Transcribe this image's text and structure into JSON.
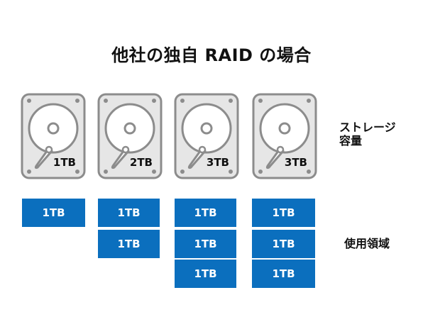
{
  "title": "他社の独自 RAID の場合",
  "labels": {
    "storage_line1": "ストレージ",
    "storage_line2": "容量",
    "usage": "使用領域"
  },
  "drives": [
    {
      "capacity": "1TB",
      "blocks": [
        "1TB"
      ]
    },
    {
      "capacity": "2TB",
      "blocks": [
        "1TB",
        "1TB"
      ]
    },
    {
      "capacity": "3TB",
      "blocks": [
        "1TB",
        "1TB",
        "1TB"
      ]
    },
    {
      "capacity": "3TB",
      "blocks": [
        "1TB",
        "1TB",
        "1TB"
      ]
    }
  ],
  "colors": {
    "block": "#0b6fbe",
    "drive_fill": "#e6e6e6",
    "drive_stroke": "#8c8c8c"
  },
  "icons": {
    "drive": "hard-disk-drive-icon"
  }
}
